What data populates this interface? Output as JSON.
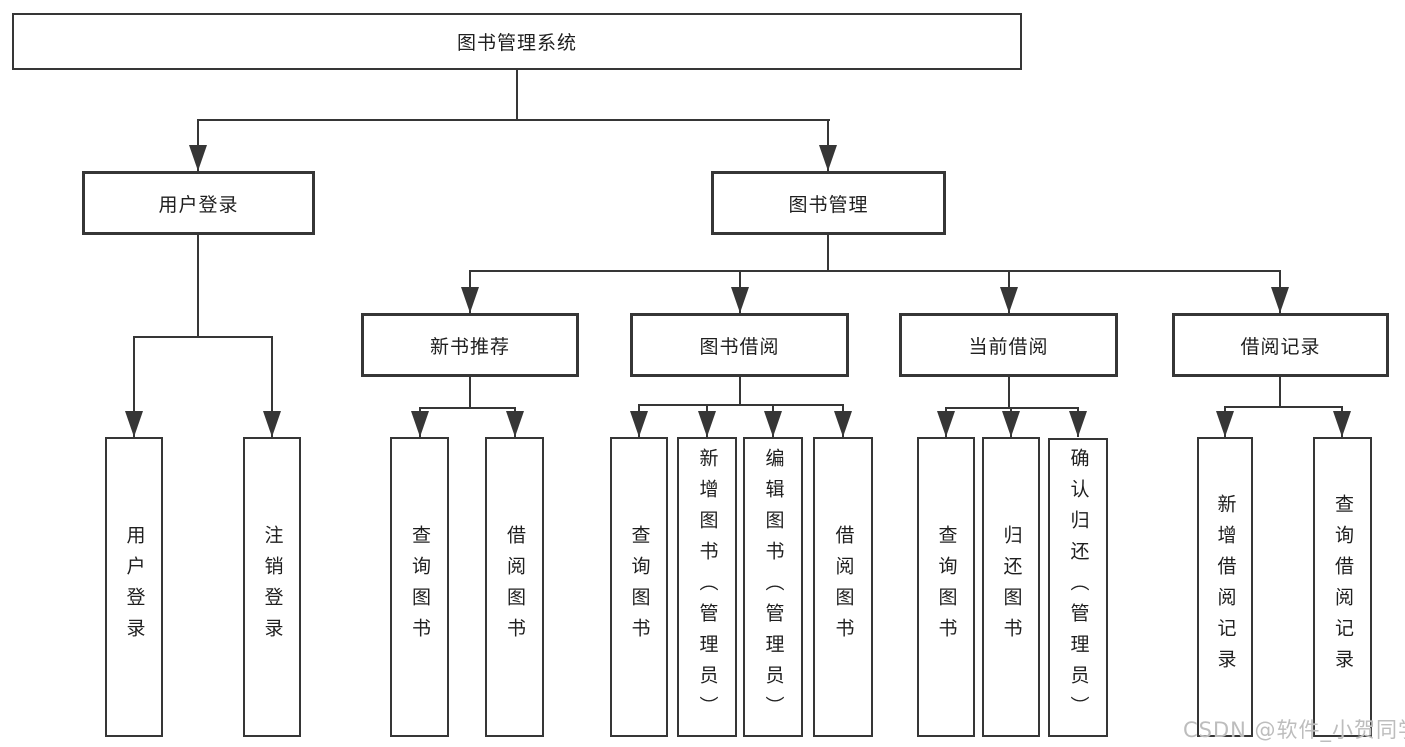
{
  "diagram": {
    "root": "图书管理系统",
    "level2": [
      "用户登录",
      "图书管理"
    ],
    "level3": [
      "新书推荐",
      "图书借阅",
      "当前借阅",
      "借阅记录"
    ],
    "leaves": {
      "user_login": [
        "用户登录",
        "注销登录"
      ],
      "new_book_recommendation": [
        "查询图书",
        "借阅图书"
      ],
      "book_borrowing": [
        "查询图书",
        "新增图书（管理员）",
        "编辑图书（管理员）",
        "借阅图书"
      ],
      "current_borrowing": [
        "查询图书",
        "归还图书",
        "确认归还（管理员）"
      ],
      "borrowing_records": [
        "新增借阅记录",
        "查询借阅记录"
      ]
    }
  },
  "watermark": "CSDN @软件_小贺同学",
  "colors": {
    "line": "#363636",
    "text": "#1f1f1f",
    "watermark": "#bdbdbd",
    "background": "#ffffff"
  }
}
